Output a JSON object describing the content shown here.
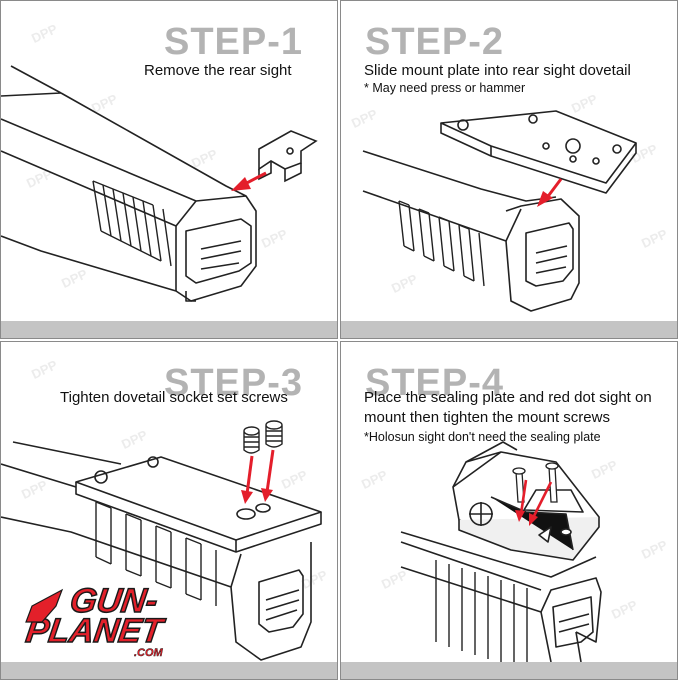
{
  "steps": [
    {
      "title": "STEP-1",
      "instruction": "Remove the rear sight",
      "note": ""
    },
    {
      "title": "STEP-2",
      "instruction": "Slide mount plate into rear sight dovetail",
      "note": "* May need press or hammer"
    },
    {
      "title": "STEP-3",
      "instruction": "Tighten dovetail socket set screws",
      "note": ""
    },
    {
      "title": "STEP-4",
      "instruction": "Place the sealing plate and red dot sight on mount then tighten the mount screws",
      "note": "*Holosun sight don't need the sealing plate"
    }
  ],
  "watermark": "DPP",
  "logo": {
    "line1": "GUN-",
    "line2": "PLANET",
    "domain": ".COM"
  },
  "colors": {
    "title_gray": "#b3b3b3",
    "bar_gray": "#c4c4c4",
    "arrow_red": "#e41e2b",
    "logo_red": "#e3202a"
  }
}
